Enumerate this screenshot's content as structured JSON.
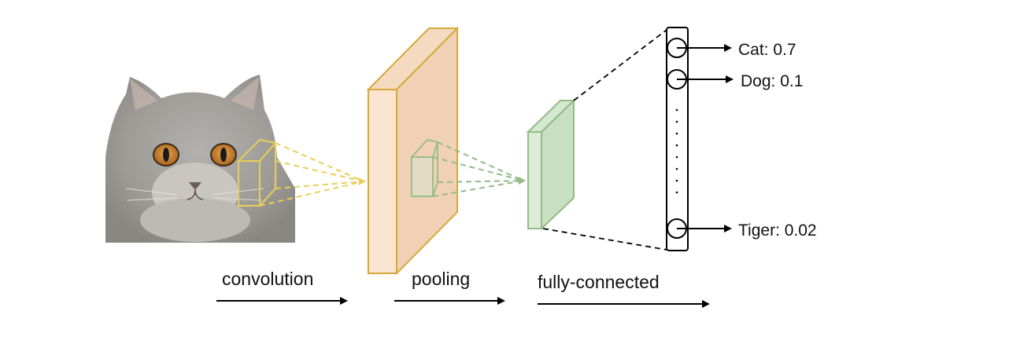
{
  "stages": [
    {
      "label": "convolution"
    },
    {
      "label": "pooling"
    },
    {
      "label": "fully-connected"
    }
  ],
  "outputs": [
    {
      "label": "Cat: 0.7"
    },
    {
      "label": "Dog: 0.1"
    },
    {
      "label": "Tiger: 0.02"
    }
  ],
  "input_image": {
    "subject": "cat-photo"
  },
  "colors": {
    "conv_fill_front": "#fae3cf",
    "conv_fill_side": "#f1d1b6",
    "conv_stroke": "#d6a93a",
    "fmap_fill_front": "#dcecd7",
    "fmap_fill_side": "#c9dfc2",
    "fmap_stroke": "#93bb86",
    "kernel_yellow": "#e8cf5a",
    "kernel_green": "#93bb86",
    "arrow": "#000000"
  }
}
